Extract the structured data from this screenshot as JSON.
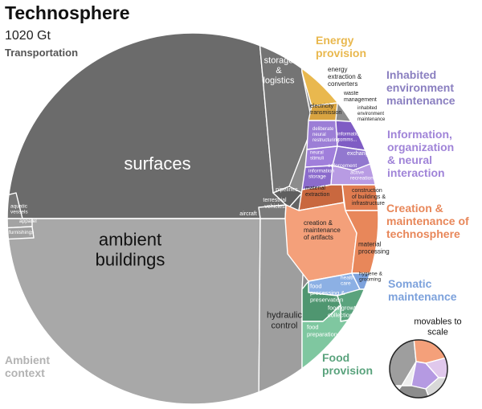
{
  "title": "Technosphere",
  "subtitle": "1020 Gt",
  "colors": {
    "ambient_context": "#a8a8a8",
    "transportation": "#6b6b6b",
    "energy_provision": "#e9b84e",
    "inhabited_environment_maintenance": "#8a7fc0",
    "information_organization_neural_interaction": "#a084d8",
    "creation_maintenance_technosphere": "#e8875a",
    "somatic_maintenance": "#7da2dc",
    "food_provision": "#5aa37d"
  },
  "groups": {
    "transportation": "Transportation",
    "ambient_context": "Ambient\ncontext",
    "energy_provision": "Energy\nprovision",
    "inhabited_environment_maintenance": "Inhabited\nenvironment\nmaintenance",
    "information_organization_neural_interaction": "Information,\norganization\n& neural\ninteraction",
    "creation_maintenance_technosphere": "Creation &\nmaintenance of\ntechnosphere",
    "somatic_maintenance": "Somatic\nmaintenance",
    "food_provision": "Food\nprovision"
  },
  "cells": {
    "surfaces": "surfaces",
    "ambient_buildings": "ambient\nbuildings",
    "storage_logistics": "storage\n&\nlogistics",
    "hydraulic_control": "hydraulic\ncontrol",
    "pipelines": "pipelines",
    "terrestrial_vehicles": "terrestrial\nvehicles",
    "aircraft": "aircraft",
    "aquatic_vessels": "aquatic\nvessels",
    "apparel": "apparel",
    "furnishings": "furnishings",
    "energy_extraction": "energy\nextraction &\nconverters",
    "electricity_transmission": "electricity\ntransmission",
    "waste_management": "waste\nmanagement",
    "inhabited_env_maint": "inhabited\nenvironment\nmaintenance",
    "deliberate_neural": "deliberate\nneural\nrestructuring",
    "information_comms": "information\ncomms...",
    "neural_stimuli": "neural\nstimuli",
    "exchange": "exchange",
    "information_storage": "information\nstorage",
    "enforcement": "enforcement",
    "active_recreation": "active\nrecreation",
    "material_extraction": "material\nextraction",
    "construction": "construction\nof buildings &\ninfrastructure",
    "creation_artifacts": "creation &\nmaintenance\nof artifacts",
    "material_processing": "material\nprocessing",
    "health_care": "health\ncare",
    "hygiene_grooming": "hygiene &\ngrooming",
    "food_processing": "food\nprocessing &\npreservation",
    "food_growth": "food growth &\ncollection",
    "food_preparation": "food\npreparation"
  },
  "inset": {
    "label": "movables to\nscale"
  }
}
